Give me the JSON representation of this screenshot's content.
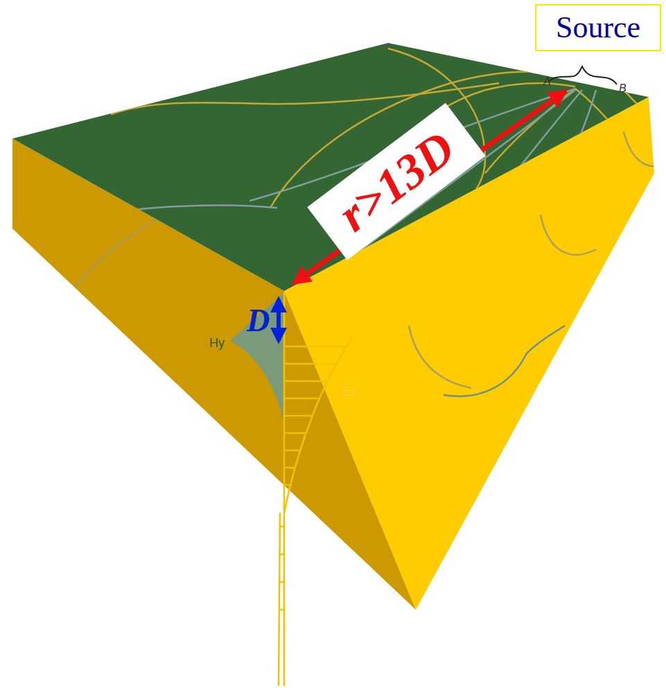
{
  "diagram": {
    "nodes": [
      {
        "text": [
          "Source"
        ]
      },
      {
        "text": [
          "r>13D"
        ]
      }
    ],
    "labels": [
      "A",
      "B",
      "D",
      "Hy",
      "Ex"
    ]
  }
}
